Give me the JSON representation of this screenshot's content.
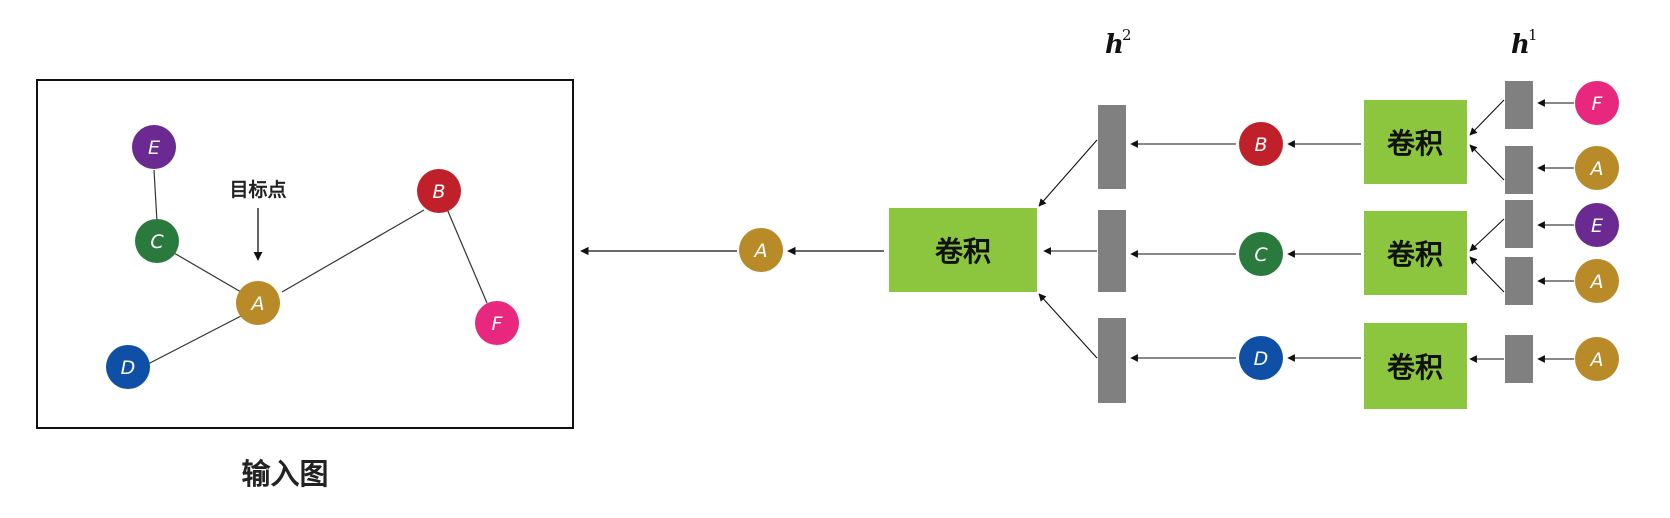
{
  "input_graph": {
    "caption": "输入图",
    "target_label": "目标点",
    "nodes": [
      {
        "id": "E",
        "label": "E",
        "color": "#6a2a91"
      },
      {
        "id": "C",
        "label": "C",
        "color": "#2a7a3e"
      },
      {
        "id": "B",
        "label": "B",
        "color": "#c0202a"
      },
      {
        "id": "A",
        "label": "A",
        "color": "#b88a28"
      },
      {
        "id": "F",
        "label": "F",
        "color": "#e8287e"
      },
      {
        "id": "D",
        "label": "D",
        "color": "#0f4fa6"
      }
    ]
  },
  "layers": {
    "h2_label": "h",
    "h2_sup": "2",
    "h1_label": "h",
    "h1_sup": "1"
  },
  "conv_label": "卷积",
  "pipeline_nodes": {
    "output": {
      "label": "A",
      "color": "#b88a28"
    },
    "mid": [
      {
        "label": "B",
        "color": "#c0202a"
      },
      {
        "label": "C",
        "color": "#2a7a3e"
      },
      {
        "label": "D",
        "color": "#0f4fa6"
      }
    ],
    "inputs": [
      {
        "label": "F",
        "color": "#e8287e"
      },
      {
        "label": "A",
        "color": "#b88a28"
      },
      {
        "label": "E",
        "color": "#6a2a91"
      },
      {
        "label": "A",
        "color": "#b88a28"
      },
      {
        "label": "A",
        "color": "#b88a28"
      }
    ]
  },
  "colors": {
    "conv_box": "#8cc63f",
    "feature_bar": "#808080",
    "line": "#111111"
  }
}
